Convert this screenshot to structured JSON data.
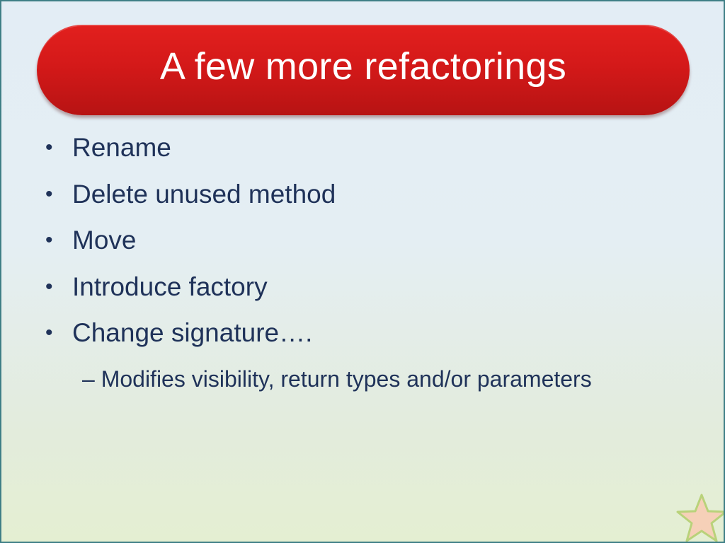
{
  "slide": {
    "title": "A few more refactorings",
    "bullets": [
      "Rename",
      "Delete unused method",
      "Move",
      "Introduce factory",
      "Change signature…."
    ],
    "sub_bullet": "– Modifies visibility, return types and/or parameters",
    "bullet_glyph": "•",
    "colors": {
      "title_bar": "#d41919",
      "title_text": "#ffffff",
      "body_text": "#1f3259",
      "border": "#3f7f86",
      "star_fill": "#f6d0b8",
      "star_stroke": "#b9d27a"
    },
    "decoration_icon": "star-icon"
  }
}
